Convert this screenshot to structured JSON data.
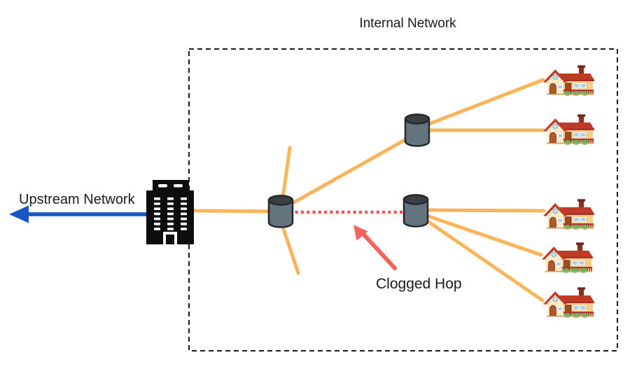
{
  "title": "Internal Network",
  "labels": {
    "upstream": "Upstream Network",
    "clogged": "Clogged Hop"
  },
  "colors": {
    "link": "#FBB459",
    "clogged_link": "#F8505A",
    "upstream_arrow": "#1656C4",
    "annotation_arrow": "#F4625C",
    "node_body": "#64747E",
    "node_top": "#3A3F43",
    "node_outline": "#26292C",
    "boundary": "#1A1A1A",
    "building": "#0D0D0D",
    "text": "#1A1A1A"
  },
  "nodes": [
    {
      "id": "building",
      "type": "building",
      "name": "upstream-gateway-building"
    },
    {
      "id": "routerA",
      "type": "router",
      "name": "router-node-core"
    },
    {
      "id": "routerB",
      "type": "router",
      "name": "router-node-upper"
    },
    {
      "id": "routerC",
      "type": "router",
      "name": "router-node-lower"
    },
    {
      "id": "house1",
      "type": "house",
      "name": "house-1"
    },
    {
      "id": "house2",
      "type": "house",
      "name": "house-2"
    },
    {
      "id": "house3",
      "type": "house",
      "name": "house-3"
    },
    {
      "id": "house4",
      "type": "house",
      "name": "house-4"
    },
    {
      "id": "house5",
      "type": "house",
      "name": "house-5"
    }
  ],
  "edges": [
    {
      "from": "building",
      "to": "routerA",
      "type": "link"
    },
    {
      "from": "routerA",
      "to": "routerB",
      "type": "link"
    },
    {
      "from": "routerA",
      "to": "stub-up",
      "type": "link"
    },
    {
      "from": "routerA",
      "to": "stub-down",
      "type": "link"
    },
    {
      "from": "routerB",
      "to": "house1",
      "type": "link"
    },
    {
      "from": "routerB",
      "to": "house2",
      "type": "link"
    },
    {
      "from": "routerC",
      "to": "house3",
      "type": "link"
    },
    {
      "from": "routerC",
      "to": "house4",
      "type": "link"
    },
    {
      "from": "routerC",
      "to": "house5",
      "type": "link"
    },
    {
      "from": "routerA",
      "to": "routerC",
      "type": "clogged"
    }
  ]
}
